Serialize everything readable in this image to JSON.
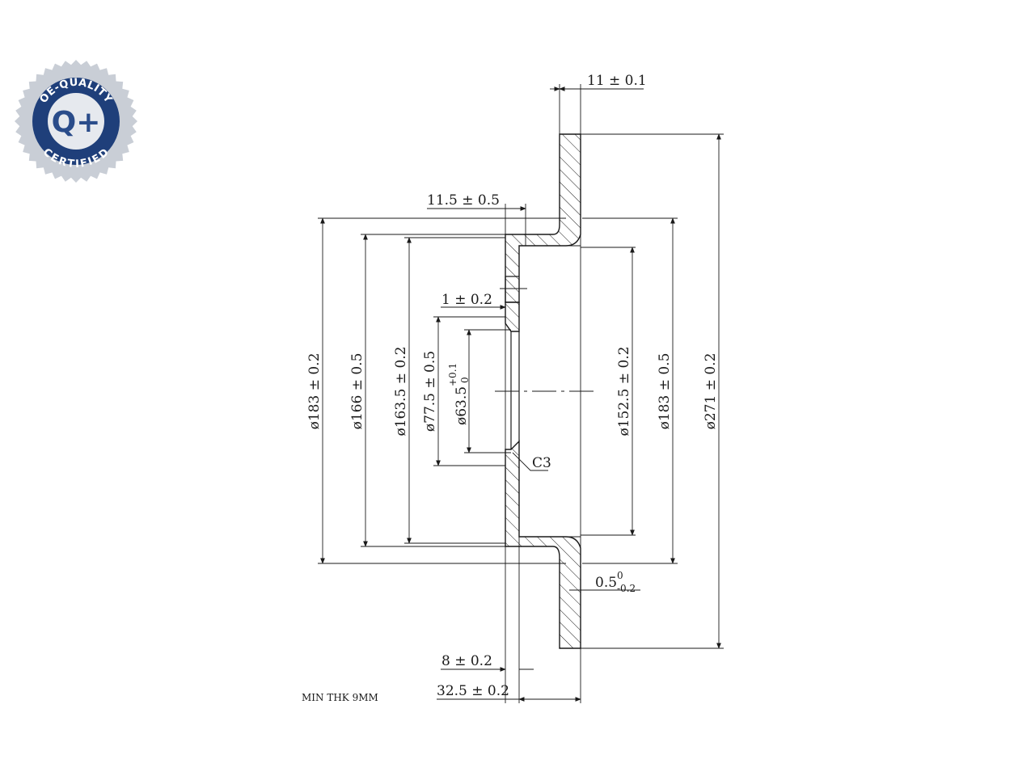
{
  "badge": {
    "top_text": "OE-QUALITY",
    "center_text": "Q+",
    "bottom_text": "CERTIFIED",
    "colors": {
      "outer": "#c9ced6",
      "ring": "#1f3f7a",
      "inner": "#e6e9ee",
      "q": "#2a4c8a"
    }
  },
  "dimensions": {
    "thickness": "11 ± 0.1",
    "hat_offset": "11.5 ± 0.5",
    "step": "1 ± 0.2",
    "d_outer_hat": "ø183 ± 0.2",
    "d_166": "ø166 ± 0.5",
    "d_163": "ø163.5 ± 0.2",
    "d_77": "ø77.5 ± 0.5",
    "d_63_main": "ø63.5",
    "d_63_tol_upper": "+0.1",
    "d_63_tol_lower": "0",
    "chamfer": "C3",
    "d_152": "ø152.5 ± 0.2",
    "d_183_right": "ø183 ± 0.5",
    "d_271": "ø271 ± 0.2",
    "radius_main": "0.5",
    "radius_tol_upper": "0",
    "radius_tol_lower": "-0.2",
    "hub_thickness": "8 ± 0.2",
    "total_height": "32.5 ± 0.2"
  },
  "note": "MIN THK 9MM"
}
